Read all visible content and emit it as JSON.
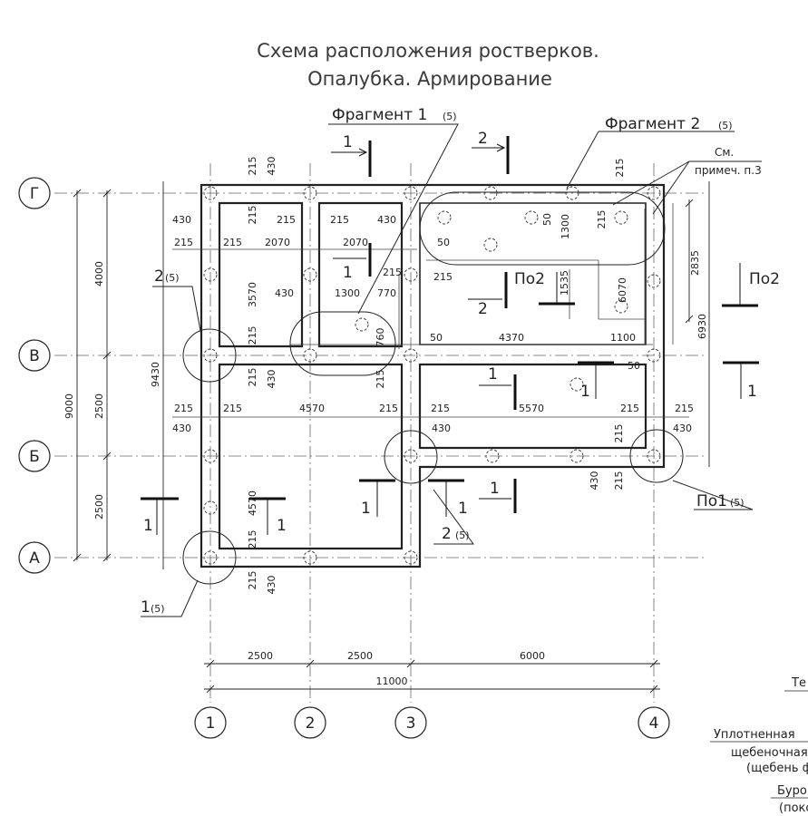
{
  "title": {
    "line1": "Схема расположения ростверков.",
    "line2": "Опалубка. Армирование"
  },
  "fragments": [
    {
      "label": "Фрагмент 1",
      "ref": "(5)"
    },
    {
      "label": "Фрагмент 2",
      "ref": "(5)"
    }
  ],
  "note": {
    "line1": "См.",
    "line2": "примеч. п.3"
  },
  "axes": {
    "columns": [
      "1",
      "2",
      "3",
      "4"
    ],
    "rows": [
      "Г",
      "В",
      "Б",
      "А"
    ]
  },
  "node_callouts": [
    {
      "label": "2",
      "ref": "(5)"
    },
    {
      "label": "2",
      "ref": "(5)"
    },
    {
      "label": "1",
      "ref": "(5)"
    },
    {
      "label": "По1",
      "ref": "(5)"
    }
  ],
  "section_marks": [
    "1",
    "2",
    "По2"
  ],
  "dims": {
    "bottom": [
      "2500",
      "2500",
      "6000",
      "11000"
    ],
    "left": [
      "4000",
      "2500",
      "2500",
      "9000",
      "9430"
    ],
    "right": [
      "2835",
      "6930"
    ],
    "top_small": [
      "215",
      "430",
      "215"
    ],
    "interior": {
      "d430": "430",
      "d215": "215",
      "d2070": "2070",
      "d3570": "3570",
      "d1300": "1300",
      "d770": "770",
      "d760": "760",
      "d50": "50",
      "d4370": "4370",
      "d1100": "1100",
      "d4570": "4570",
      "d5570": "5570",
      "d1535": "1535",
      "d6070": "6070"
    }
  },
  "edge_text": {
    "line1": "Те",
    "line2": "Уплотненная",
    "line3": "щебеночная",
    "line4": "(щебень ф",
    "line5": "Буро",
    "line6": "(поко"
  },
  "colors": {
    "ink": "#222222",
    "light": "#888888"
  }
}
